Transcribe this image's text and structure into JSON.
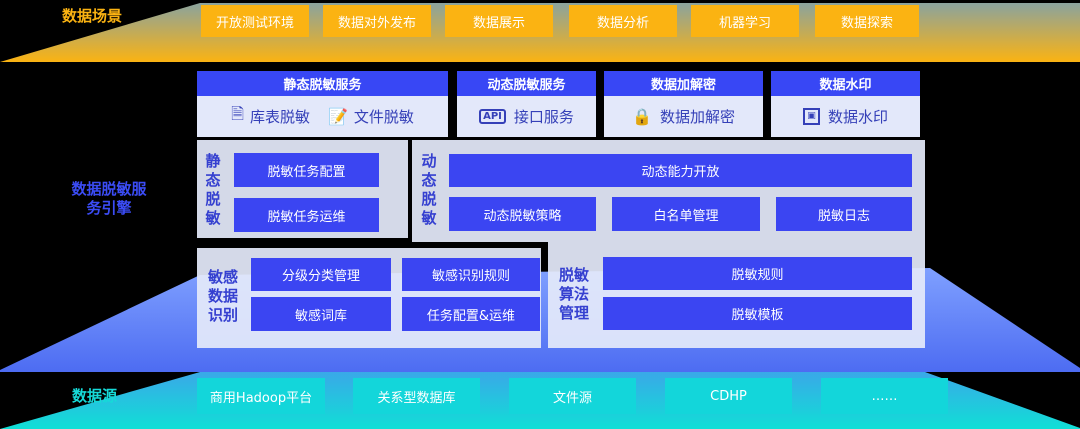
{
  "layers": {
    "scenario": "数据场景",
    "engine": "数据脱敏服务引擎",
    "source": "数据源"
  },
  "scenarios": [
    "开放测试环境",
    "数据对外发布",
    "数据展示",
    "数据分析",
    "机器学习",
    "数据探索"
  ],
  "services": [
    {
      "title": "静态脱敏服务",
      "items": [
        {
          "icon": "database-doc-icon",
          "label": "库表脱敏"
        },
        {
          "icon": "file-icon",
          "label": "文件脱敏"
        }
      ]
    },
    {
      "title": "动态脱敏服务",
      "items": [
        {
          "icon": "api-icon",
          "label": "接口服务"
        }
      ]
    },
    {
      "title": "数据加解密",
      "items": [
        {
          "icon": "lock-icon",
          "label": "数据加解密"
        }
      ]
    },
    {
      "title": "数据水印",
      "items": [
        {
          "icon": "watermark-icon",
          "label": "数据水印"
        }
      ]
    }
  ],
  "static_masking": {
    "label": "静态脱敏",
    "items": [
      "脱敏任务配置",
      "脱敏任务运维"
    ]
  },
  "dynamic_masking": {
    "label": "动态脱敏",
    "top": "动态能力开放",
    "items": [
      "动态脱敏策略",
      "白名单管理",
      "脱敏日志"
    ]
  },
  "sensitive": {
    "label": "敏感数据识别",
    "items": [
      "分级分类管理",
      "敏感识别规则",
      "敏感词库",
      "任务配置&运维"
    ]
  },
  "algorithm": {
    "label": "脱敏算法管理",
    "items": [
      "脱敏规则",
      "脱敏模板"
    ]
  },
  "sources": [
    "商用Hadoop平台",
    "关系型数据库",
    "文件源",
    "CDHP",
    "……"
  ],
  "colors": {
    "orange": "#fbb312",
    "blue": "#3b45f2",
    "cyan": "#13d6da",
    "panel": "#e3e8fa"
  }
}
